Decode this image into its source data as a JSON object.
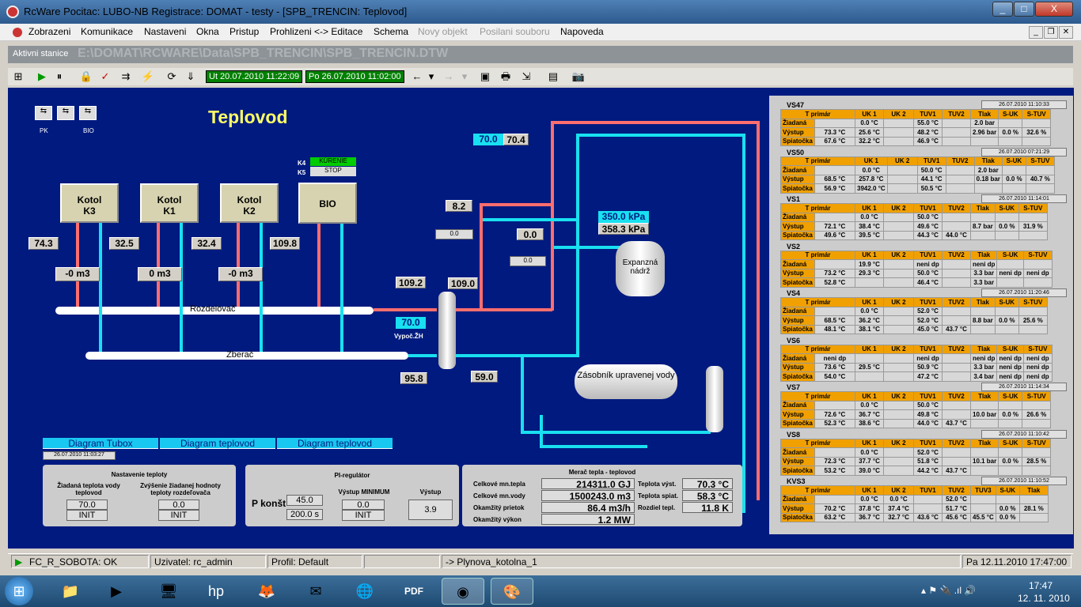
{
  "window": {
    "title": "RcWare Pocitac: LUBO-NB  Registrace: DOMAT - testy - [SPB_TRENCIN: Teplovod]",
    "min": "_",
    "max": "□",
    "close": "X"
  },
  "menu": {
    "items": [
      "Zobrazeni",
      "Komunikace",
      "Nastaveni",
      "Okna",
      "Pristup",
      "Prohlizeni <-> Editace",
      "Schema"
    ],
    "disabled": [
      "Novy objekt",
      "Posilani souboru"
    ],
    "help": "Napoveda"
  },
  "station": {
    "label": "Aktivni stanice",
    "path": "E:\\DOMAT\\RCWARE\\Data\\SPB_TRENCIN\\SPB_TRENCIN.DTW"
  },
  "toolbar": {
    "from": "Ut 20.07.2010 11:22:09",
    "to": "Po 26.07.2010 11:02:00"
  },
  "canvas": {
    "title": "Teplovod",
    "nav": {
      "pk": "PK",
      "bio": "BIO"
    },
    "k4": {
      "tag": "K4",
      "text": "KÚRENIE"
    },
    "k5": {
      "tag": "K5",
      "text": "STOP"
    },
    "boilers": [
      {
        "name": "Kotol\nK3",
        "temp": "74.3",
        "flow": "-0 m3"
      },
      {
        "name": "Kotol\nK1",
        "temp": "32.5",
        "flow": "0 m3"
      },
      {
        "name": "Kotol\nK2",
        "temp": "32.4",
        "flow": "-0 m3"
      },
      {
        "name": "BIO",
        "temp": "109.8"
      }
    ],
    "rozdelovac": "Rozdelovač",
    "zberac": "Zberač",
    "vals": {
      "t1092": "109.2",
      "t1090": "109.0",
      "t700": "70.0",
      "vypoc": "Vypoč.ŽH",
      "t958": "95.8",
      "t590": "59.0",
      "t82": "8.2",
      "t00": "0.0",
      "p1": "0.0",
      "p2": "0.0",
      "t70a": "70.0",
      "t70b": "70.4",
      "kpa1": "350.0 kPa",
      "kpa2": "358.3 kPa"
    },
    "expansion": "Expanzná nádrž",
    "zasobnik": "Zásobník upravenej vody",
    "diagrams": [
      "Diagram Tubox",
      "Diagram teplovod",
      "Diagram teplovod"
    ],
    "diagdate": "26.07.2010 11:03:27",
    "nast": {
      "title": "Nastavenie teploty",
      "l1": "Žiadaná teplota vody teplovod",
      "l2": "Zvýšenie žiadanej hodnoty teploty rozdeľovača",
      "v1": "70.0",
      "v2": "0.0",
      "init": "INIT"
    },
    "pi": {
      "title": "PI-regulátor",
      "pk": "P konšt",
      "pkv": "45.0",
      "ti": "200.0 s",
      "vmin": "Výstup MINIMUM",
      "vminv": "0.0",
      "vyst": "Výstup",
      "vystv": "3.9",
      "init": "INIT"
    },
    "merac": {
      "title": "Merač tepla - teplovod",
      "rows": [
        [
          "Celkové mn.tepla",
          "214311.0 GJ"
        ],
        [
          "Celkové mn.vody",
          "1500243.0 m3"
        ],
        [
          "Okamžitý prietok",
          "86.4 m3/h"
        ],
        [
          "Okamžitý výkon",
          "1.2 MW"
        ]
      ],
      "right": [
        [
          "Teplota výst.",
          "70.3 °C"
        ],
        [
          "Teplota spiat.",
          "58.3 °C"
        ],
        [
          "Rozdiel tepl.",
          "11.8 K"
        ]
      ]
    },
    "vs_header": [
      "T primár",
      "UK 1",
      "UK 2",
      "TUV1",
      "TUV2",
      "Tlak",
      "S-UK",
      "S-TUV"
    ],
    "vs_rows": [
      "Žiadaná",
      "Výstup",
      "Spiatočka"
    ],
    "vs": [
      {
        "name": "VS47",
        "date": "26.07.2010 11:10:33",
        "r": [
          [
            "",
            "0.0 °C",
            "",
            "55.0 °C",
            "",
            "2.0 bar",
            "",
            ""
          ],
          [
            "73.3 °C",
            "25.6 °C",
            "",
            "48.2 °C",
            "",
            "2.96 bar",
            "0.0 %",
            "32.6 %"
          ],
          [
            "67.6 °C",
            "32.2 °C",
            "",
            "46.9 °C",
            "",
            "",
            "",
            ""
          ]
        ]
      },
      {
        "name": "VS50",
        "date": "26.07.2010 07:21:29",
        "r": [
          [
            "",
            "0.0 °C",
            "",
            "50.0 °C",
            "",
            "2.0 bar",
            "",
            ""
          ],
          [
            "68.5 °C",
            "257.8 °C",
            "",
            "44.1 °C",
            "",
            "0.18 bar",
            "0.0 %",
            "40.7 %"
          ],
          [
            "56.9 °C",
            "3942.0 °C",
            "",
            "50.5 °C",
            "",
            "",
            "",
            ""
          ]
        ]
      },
      {
        "name": "VS1",
        "date": "26.07.2010 11:14:01",
        "r": [
          [
            "",
            "0.0 °C",
            "",
            "50.0 °C",
            "",
            "",
            "",
            ""
          ],
          [
            "72.1 °C",
            "38.4 °C",
            "",
            "49.6 °C",
            "",
            "8.7 bar",
            "0.0 %",
            "31.9 %"
          ],
          [
            "49.6 °C",
            "39.5 °C",
            "",
            "44.3 °C",
            "44.0 °C",
            "",
            "",
            ""
          ]
        ]
      },
      {
        "name": "VS2",
        "date": "",
        "r": [
          [
            "",
            "19.9 °C",
            "",
            "neni dp",
            "",
            "neni dp",
            "",
            ""
          ],
          [
            "73.2 °C",
            "29.3 °C",
            "",
            "50.0 °C",
            "",
            "3.3 bar",
            "neni dp",
            "neni dp"
          ],
          [
            "52.8 °C",
            "",
            "",
            "46.4 °C",
            "",
            "3.3 bar",
            "",
            ""
          ]
        ]
      },
      {
        "name": "VS4",
        "date": "26.07.2010 11:20:46",
        "r": [
          [
            "",
            "0.0 °C",
            "",
            "52.0 °C",
            "",
            "",
            "",
            ""
          ],
          [
            "68.5 °C",
            "36.2 °C",
            "",
            "52.0 °C",
            "",
            "8.8 bar",
            "0.0 %",
            "25.6 %"
          ],
          [
            "48.1 °C",
            "38.1 °C",
            "",
            "45.0 °C",
            "43.7 °C",
            "",
            "",
            ""
          ]
        ]
      },
      {
        "name": "VS6",
        "date": "",
        "r": [
          [
            "neni dp",
            "",
            "",
            "neni dp",
            "",
            "neni dp",
            "neni dp",
            "neni dp"
          ],
          [
            "73.6 °C",
            "29.5 °C",
            "",
            "50.9 °C",
            "",
            "3.3 bar",
            "neni dp",
            "neni dp"
          ],
          [
            "54.0 °C",
            "",
            "",
            "47.2 °C",
            "",
            "3.4 bar",
            "neni dp",
            "neni dp"
          ]
        ]
      },
      {
        "name": "VS7",
        "date": "26.07.2010 11:14:34",
        "r": [
          [
            "",
            "0.0 °C",
            "",
            "50.0 °C",
            "",
            "",
            "",
            ""
          ],
          [
            "72.6 °C",
            "36.7 °C",
            "",
            "49.8 °C",
            "",
            "10.0 bar",
            "0.0 %",
            "26.6 %"
          ],
          [
            "52.3 °C",
            "38.6 °C",
            "",
            "44.0 °C",
            "43.7 °C",
            "",
            "",
            ""
          ]
        ]
      },
      {
        "name": "VS8",
        "date": "26.07.2010 11:10:42",
        "r": [
          [
            "",
            "0.0 °C",
            "",
            "52.0 °C",
            "",
            "",
            "",
            ""
          ],
          [
            "72.3 °C",
            "37.7 °C",
            "",
            "51.8 °C",
            "",
            "10.1 bar",
            "0.0 %",
            "28.5 %"
          ],
          [
            "53.2 °C",
            "39.0 °C",
            "",
            "44.2 °C",
            "43.7 °C",
            "",
            "",
            ""
          ]
        ]
      }
    ],
    "kvs3": {
      "name": "KVS3",
      "date": "26.07.2010 11:10:52",
      "header": [
        "T primár",
        "UK 1",
        "UK 2",
        "TUV1",
        "TUV2",
        "TUV3",
        "S-UK",
        "Tlak"
      ],
      "r": [
        [
          "",
          "0.0 °C",
          "0.0 °C",
          "",
          "52.0 °C",
          "",
          "",
          ""
        ],
        [
          "70.2 °C",
          "37.8 °C",
          "37.4 °C",
          "",
          "51.7 °C",
          "",
          "0.0 %",
          "28.1 %"
        ],
        [
          "63.2 °C",
          "36.7 °C",
          "32.7 °C",
          "43.6 °C",
          "45.6 °C",
          "45.5 °C",
          "0.0 %",
          ""
        ]
      ]
    }
  },
  "status": {
    "s1": "FC_R_SOBOTA: OK",
    "s2": "Uzivatel: rc_admin",
    "s3": "Profil: Default",
    "s4": "-> Plynova_kotolna_1",
    "s5": "Pa 12.11.2010 17:47:00"
  },
  "taskbar": {
    "time": "17:47",
    "date": "12. 11. 2010"
  }
}
